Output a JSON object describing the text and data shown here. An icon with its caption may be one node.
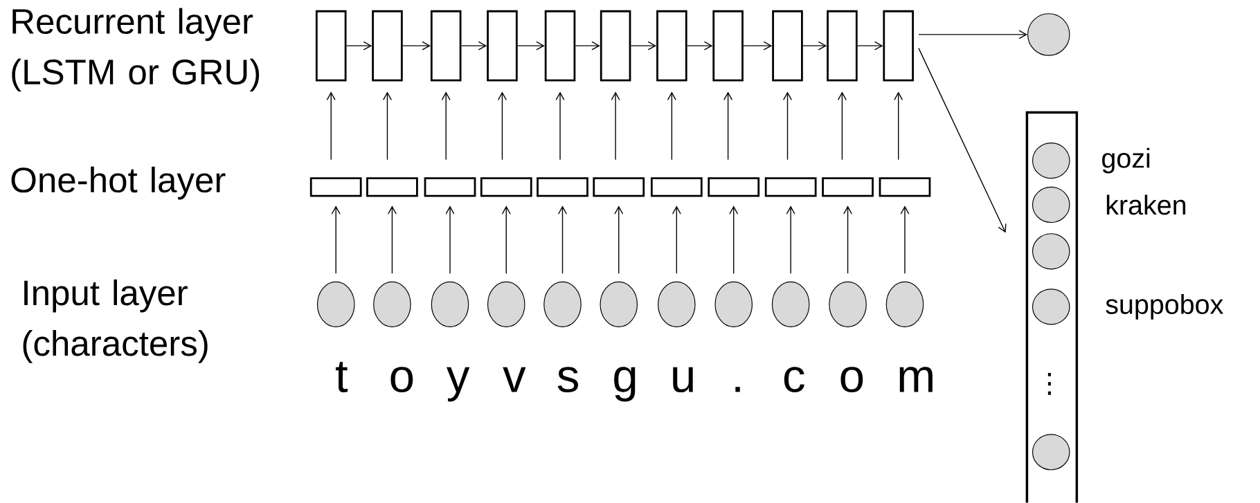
{
  "diagram": {
    "nodes": [
      {
        "text": [],
        "shape": "box"
      },
      {
        "text": [],
        "shape": "box"
      },
      {
        "text": [],
        "shape": "box"
      },
      {
        "text": [],
        "shape": "box"
      },
      {
        "text": [],
        "shape": "box"
      },
      {
        "text": [],
        "shape": "box"
      },
      {
        "text": [],
        "shape": "box"
      },
      {
        "text": [],
        "shape": "box"
      },
      {
        "text": [],
        "shape": "box"
      },
      {
        "text": [],
        "shape": "box"
      },
      {
        "text": [],
        "shape": "box"
      },
      {
        "text": [],
        "shape": "circle"
      },
      {
        "text": [],
        "shape": "box"
      },
      {
        "text": [],
        "shape": "box"
      },
      {
        "text": [],
        "shape": "box"
      },
      {
        "text": [],
        "shape": "box"
      },
      {
        "text": [],
        "shape": "box"
      },
      {
        "text": [],
        "shape": "box"
      },
      {
        "text": [],
        "shape": "box"
      },
      {
        "text": [],
        "shape": "box"
      },
      {
        "text": [],
        "shape": "box"
      },
      {
        "text": [],
        "shape": "box"
      },
      {
        "text": [],
        "shape": "box"
      },
      {
        "text": [],
        "shape": "box"
      },
      {
        "text": [],
        "shape": "circle",
        "in": 23,
        "beside": [
          "gozi"
        ]
      },
      {
        "text": [],
        "shape": "circle",
        "in": 23,
        "beside": [
          "kraken"
        ]
      },
      {
        "text": [],
        "shape": "circle",
        "in": 23
      },
      {
        "text": [],
        "shape": "circle",
        "in": 23,
        "beside": [
          "suppobox"
        ]
      },
      {
        "text": [],
        "shape": "circle",
        "in": 23
      },
      {
        "text": [],
        "shape": "circle"
      },
      {
        "text": [],
        "shape": "circle"
      },
      {
        "text": [],
        "shape": "circle"
      },
      {
        "text": [],
        "shape": "circle"
      },
      {
        "text": [],
        "shape": "circle"
      },
      {
        "text": [],
        "shape": "circle"
      },
      {
        "text": [],
        "shape": "circle"
      },
      {
        "text": [],
        "shape": "circle"
      },
      {
        "text": [],
        "shape": "circle"
      },
      {
        "text": [],
        "shape": "circle"
      },
      {
        "text": [],
        "shape": "circle"
      }
    ],
    "edges": [
      {
        "from": 0,
        "to": 1,
        "arrow": "to"
      },
      {
        "from": 1,
        "to": 2,
        "arrow": "to"
      },
      {
        "from": 2,
        "to": 3,
        "arrow": "to"
      },
      {
        "from": 3,
        "to": 4,
        "arrow": "to"
      },
      {
        "from": 4,
        "to": 5,
        "arrow": "to"
      },
      {
        "from": 5,
        "to": 6,
        "arrow": "to"
      },
      {
        "from": 6,
        "to": 7,
        "arrow": "to"
      },
      {
        "from": 7,
        "to": 8,
        "arrow": "to"
      },
      {
        "from": 8,
        "to": 9,
        "arrow": "to"
      },
      {
        "from": 9,
        "to": 10,
        "arrow": "to"
      },
      {
        "from": 10,
        "to": 11,
        "arrow": "to"
      },
      {
        "from": 10,
        "to": 23,
        "arrow": "to"
      },
      {
        "from": 12,
        "to": 0,
        "arrow": "to"
      },
      {
        "from": 13,
        "to": 1,
        "arrow": "to"
      },
      {
        "from": 14,
        "to": 2,
        "arrow": "to"
      },
      {
        "from": 15,
        "to": 3,
        "arrow": "to"
      },
      {
        "from": 16,
        "to": 4,
        "arrow": "to"
      },
      {
        "from": 17,
        "to": 5,
        "arrow": "to"
      },
      {
        "from": 18,
        "to": 6,
        "arrow": "to"
      },
      {
        "from": 19,
        "to": 7,
        "arrow": "to"
      },
      {
        "from": 20,
        "to": 8,
        "arrow": "to"
      },
      {
        "from": 21,
        "to": 9,
        "arrow": "to"
      },
      {
        "from": 22,
        "to": 10,
        "arrow": "to"
      },
      {
        "from": 29,
        "to": 12,
        "arrow": "to"
      },
      {
        "from": 30,
        "to": 13,
        "arrow": "to"
      },
      {
        "from": 31,
        "to": 14,
        "arrow": "to"
      },
      {
        "from": 32,
        "to": 15,
        "arrow": "to"
      },
      {
        "from": 33,
        "to": 16,
        "arrow": "to"
      },
      {
        "from": 34,
        "to": 17,
        "arrow": "to"
      },
      {
        "from": 35,
        "to": 18,
        "arrow": "to"
      },
      {
        "from": 36,
        "to": 19,
        "arrow": "to"
      },
      {
        "from": 37,
        "to": 20,
        "arrow": "to"
      },
      {
        "from": 38,
        "to": 21,
        "arrow": "to"
      },
      {
        "from": 39,
        "to": 22,
        "arrow": "to"
      }
    ],
    "labels": [
      "Recurrent layer (LSTM or GRU)",
      "One-hot layer",
      "Input layer (characters)",
      "t",
      "o",
      "y",
      "v",
      "s",
      "g",
      "u",
      ".",
      "c",
      "o",
      "m",
      "⋮"
    ]
  }
}
